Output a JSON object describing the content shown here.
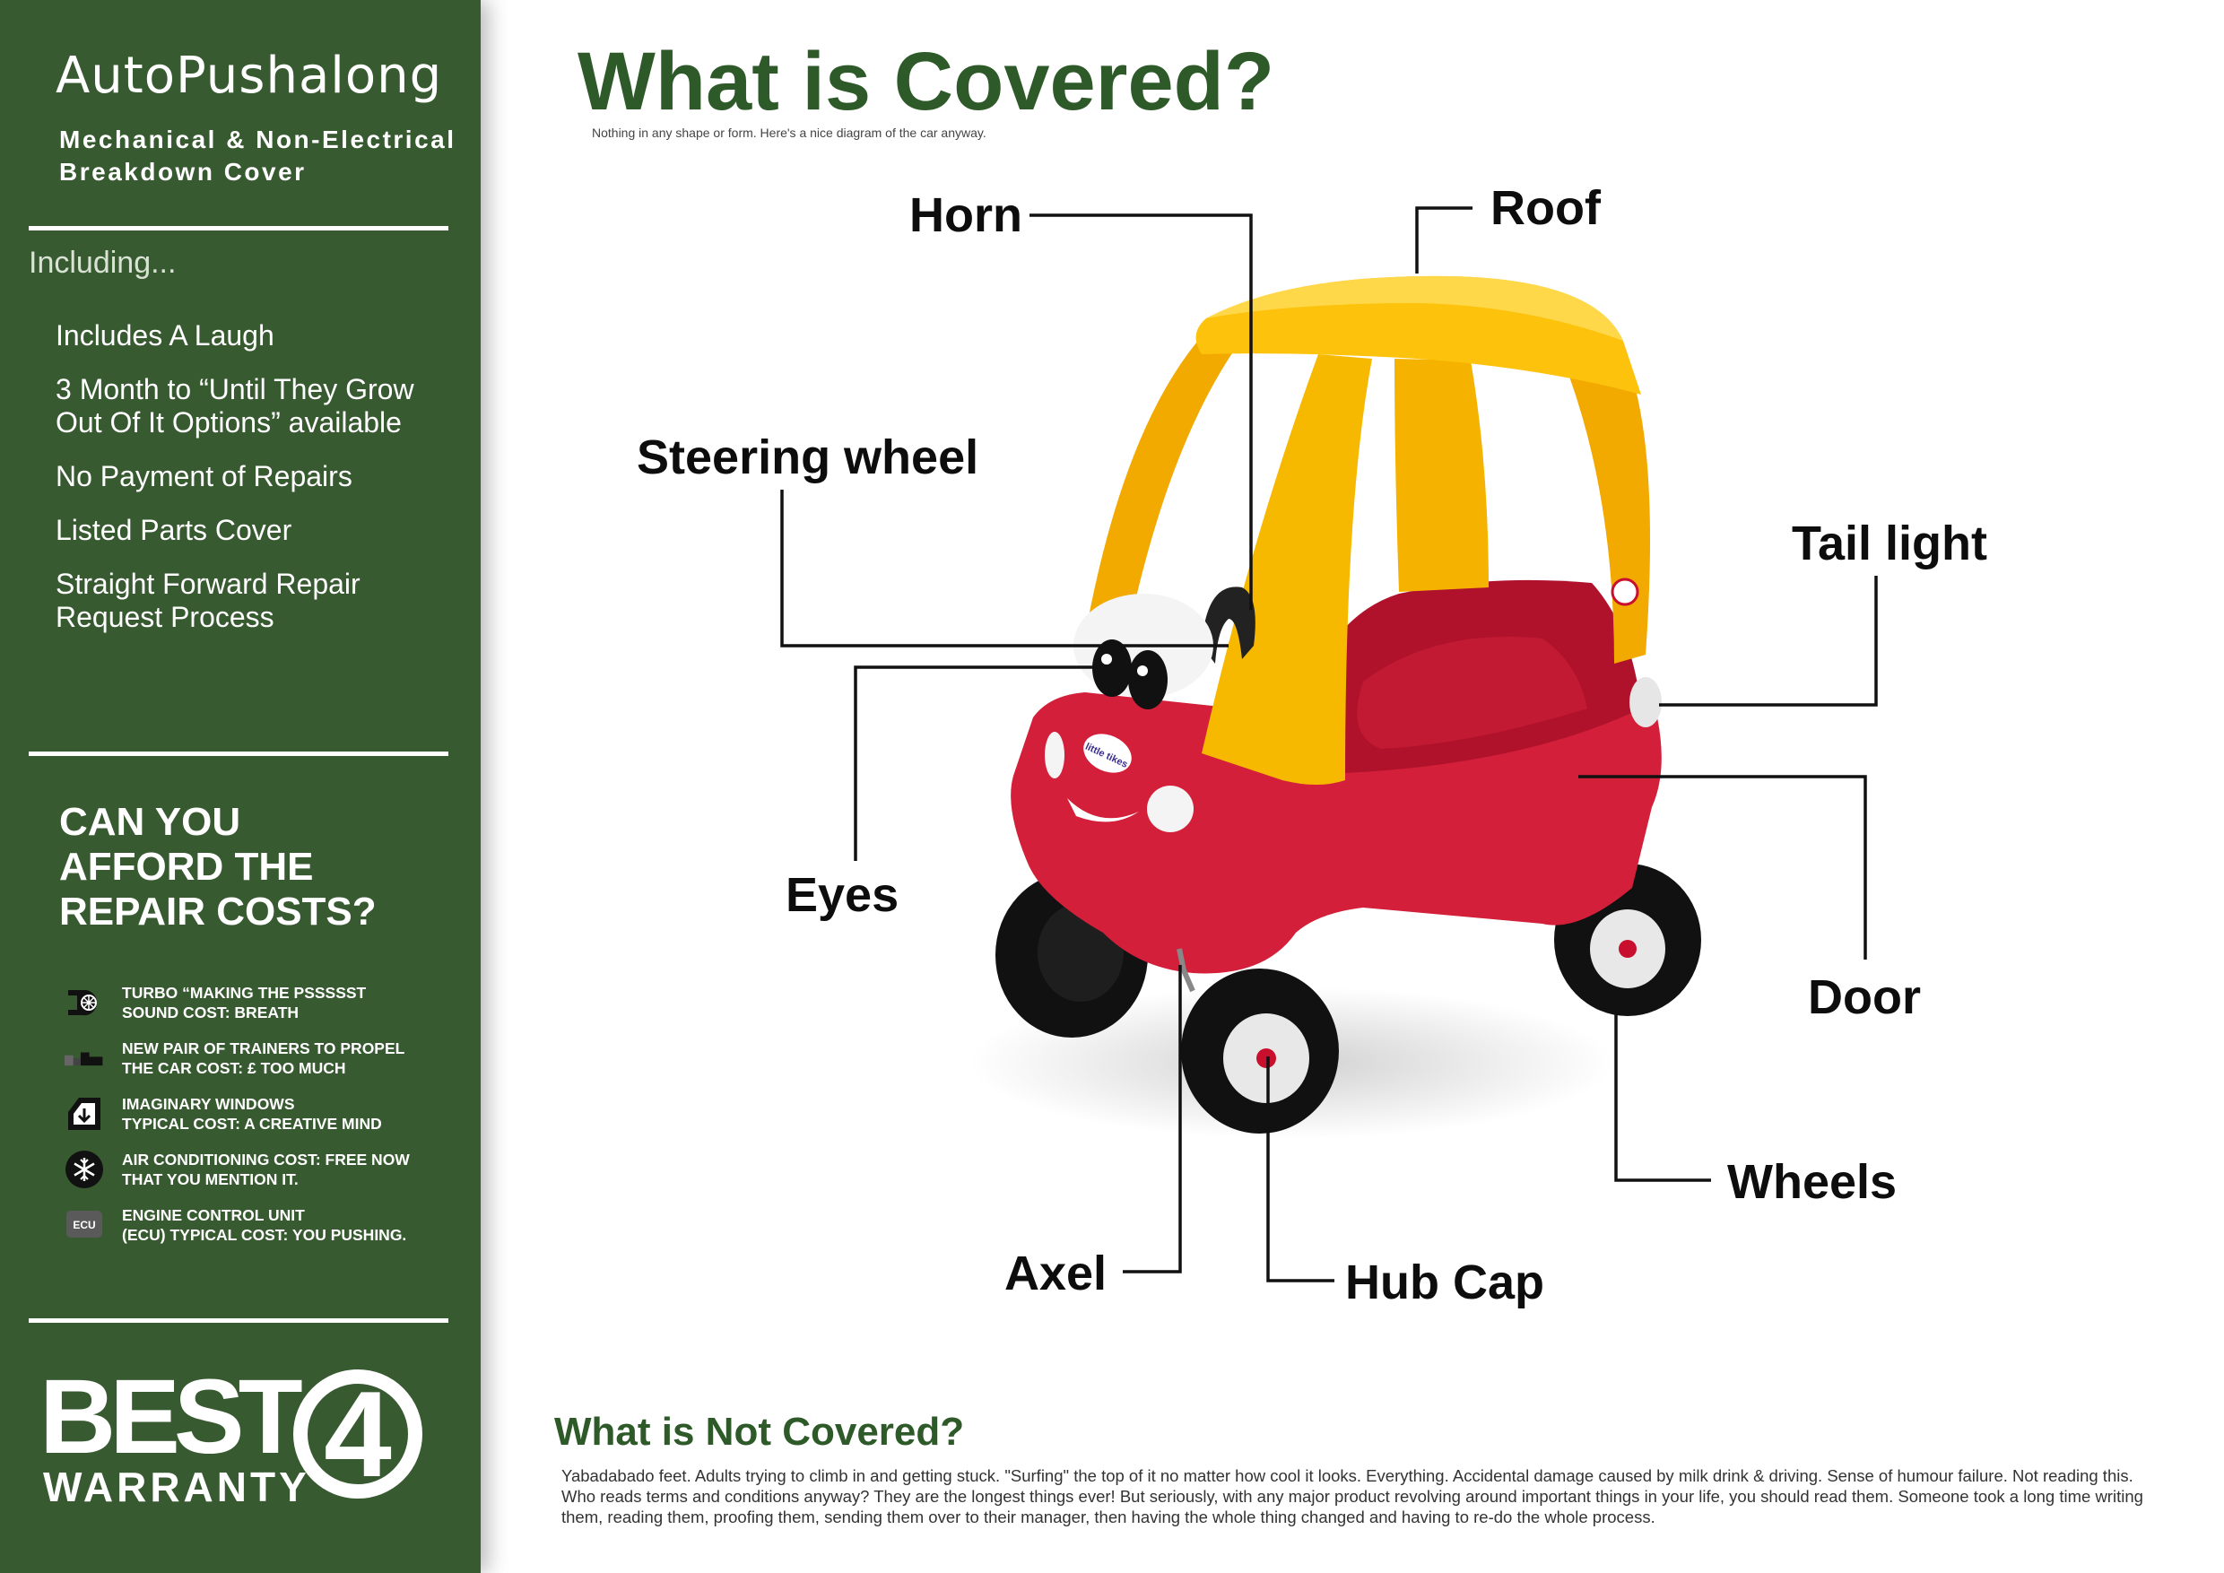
{
  "sidebar": {
    "brand": "AutoPushalong",
    "subtitle_line1": "Mechanical & Non-Electrical",
    "subtitle_line2": "Breakdown Cover",
    "including_label": "Including...",
    "features": [
      "Includes A Laugh",
      "3 Month to “Until They Grow Out Of It Options” available",
      "No Payment of Repairs",
      "Listed Parts Cover",
      "Straight Forward Repair Request Process"
    ],
    "afford_heading_line1": "CAN YOU",
    "afford_heading_line2": "AFFORD THE",
    "afford_heading_line3": "REPAIR COSTS?",
    "costs": [
      {
        "icon": "turbo-icon",
        "line1": "TURBO “MAKING THE PSSSSST",
        "line2": "SOUND COST: BREATH"
      },
      {
        "icon": "trainers-icon",
        "line1": "NEW PAIR OF TRAINERS TO PROPEL",
        "line2": "THE CAR COST: £ TOO MUCH"
      },
      {
        "icon": "window-icon",
        "line1": "IMAGINARY WINDOWS",
        "line2": "TYPICAL COST: A CREATIVE MIND"
      },
      {
        "icon": "snowflake-icon",
        "line1": "AIR CONDITIONING COST: FREE NOW",
        "line2": "THAT YOU MENTION IT."
      },
      {
        "icon": "ecu-icon",
        "icon_text": "ECU",
        "line1": "ENGINE CONTROL UNIT",
        "line2": "(ECU) TYPICAL COST: YOU PUSHING."
      }
    ],
    "logo": {
      "word1": "BEST",
      "numeral": "4",
      "word2": "WARRANTY"
    }
  },
  "main": {
    "title": "What is Covered?",
    "note": "Nothing in any shape or form. Here's a nice diagram of the car anyway.",
    "labels": {
      "horn": "Horn",
      "roof": "Roof",
      "steering": "Steering wheel",
      "tail_light": "Tail light",
      "eyes": "Eyes",
      "door": "Door",
      "wheels": "Wheels",
      "axel": "Axel",
      "hub_cap": "Hub Cap"
    },
    "car_badge": "little tikes",
    "not_covered_title": "What is Not Covered?",
    "not_covered_text": "Yabadabado feet. Adults trying to climb in and getting stuck. \"Surfing\" the top of it no matter how cool it looks. Everything. Accidental damage caused by milk drink & driving. Sense of humour failure. Not reading this. Who reads terms and conditions anyway? They are the longest things ever! But seriously, with any major product revolving around important things in your life, you should read them. Someone took a long time writing them, reading them, proofing them, sending them over to their manager, then having the whole thing changed and having to re-do the whole process."
  },
  "colors": {
    "sidebar_green": "#375a30",
    "title_green": "#2d5a28",
    "car_red": "#d41f3a",
    "car_yellow": "#f7b800"
  }
}
